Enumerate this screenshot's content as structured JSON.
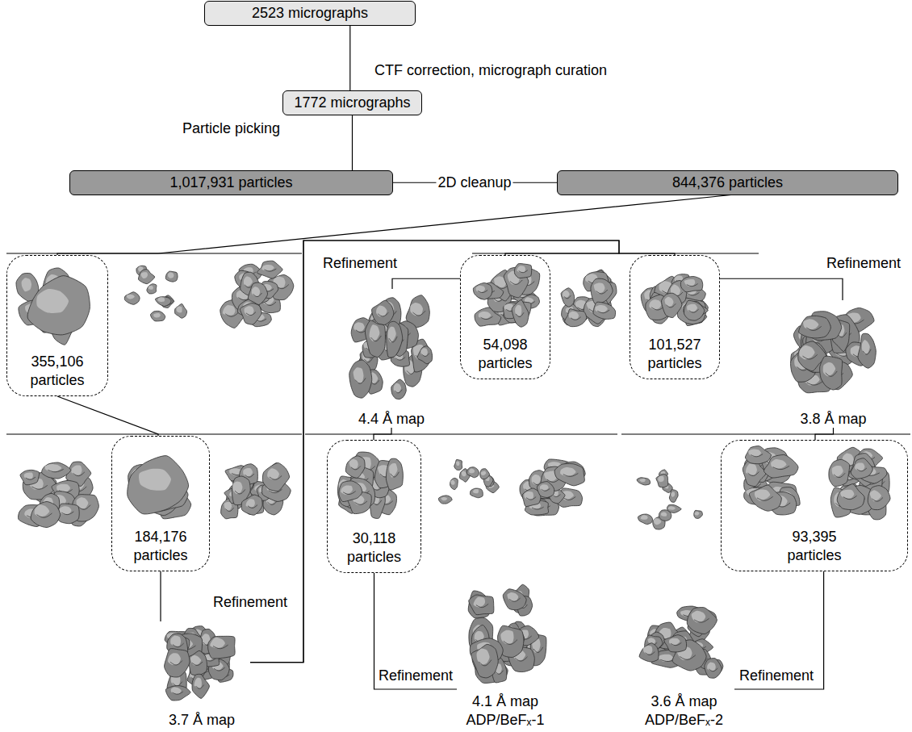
{
  "diagram": {
    "nodes": [
      {
        "text": [
          "2523 micrographs"
        ]
      },
      {
        "text": [
          "1772 micrographs"
        ]
      },
      {
        "text": [
          "1,017,931 particles"
        ]
      },
      {
        "text": [
          "844,376 particles"
        ]
      },
      {
        "text": [
          "355,106 particles"
        ]
      },
      {
        "text": [
          "184,176 particles"
        ]
      },
      {
        "text": [
          "3.7 Å map"
        ]
      },
      {
        "text": [
          "54,098 particles"
        ]
      },
      {
        "text": [
          "101,527 particles"
        ]
      },
      {
        "text": [
          "4.4 Å map"
        ]
      },
      {
        "text": [
          "3.8 Å map"
        ]
      },
      {
        "text": [
          "30,118 particles"
        ]
      },
      {
        "text": [
          "93,395 particles"
        ]
      },
      {
        "text": [
          "4.1 Å map",
          "ADP/BeFₓ-1"
        ]
      },
      {
        "text": [
          "3.6 Å map",
          "ADP/BeFₓ-2"
        ]
      }
    ],
    "edges": [
      {
        "from": 0,
        "to": 1,
        "label": "CTF correction, micrograph curation",
        "arrow": "none"
      },
      {
        "from": 1,
        "to": 2,
        "label": "Particle picking",
        "arrow": "none"
      },
      {
        "from": 2,
        "to": 3,
        "label": "2D cleanup",
        "arrow": "none"
      },
      {
        "from": 3,
        "to": 4,
        "arrow": "none"
      },
      {
        "from": 4,
        "to": 5,
        "arrow": "none"
      },
      {
        "from": 5,
        "to": 6,
        "label": "Refinement",
        "arrow": "none"
      },
      {
        "from": 6,
        "to": 7,
        "arrow": "none"
      },
      {
        "from": 6,
        "to": 8,
        "arrow": "none"
      },
      {
        "from": 7,
        "to": 9,
        "label": "Refinement",
        "arrow": "none"
      },
      {
        "from": 8,
        "to": 10,
        "label": "Refinement",
        "arrow": "none"
      },
      {
        "from": 9,
        "to": 11,
        "arrow": "none"
      },
      {
        "from": 10,
        "to": 12,
        "arrow": "none"
      },
      {
        "from": 11,
        "to": 13,
        "label": "Refinement",
        "arrow": "none"
      },
      {
        "from": 12,
        "to": 14,
        "label": "Refinement",
        "arrow": "none"
      }
    ]
  }
}
